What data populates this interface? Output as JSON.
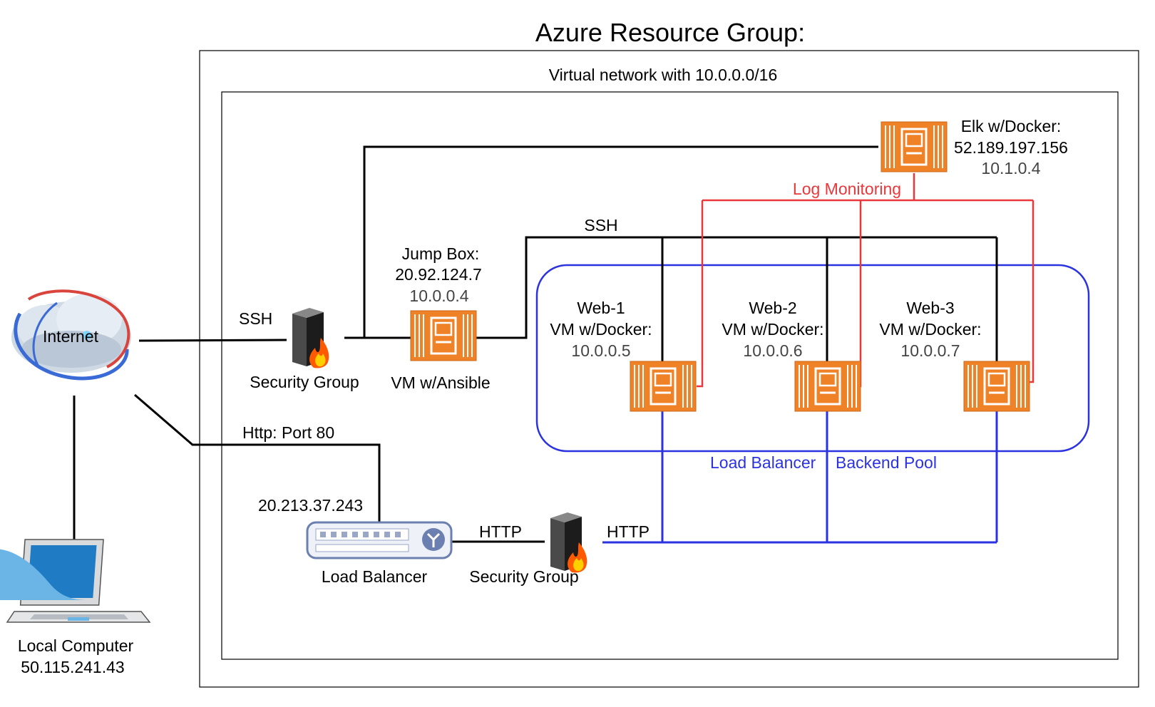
{
  "title": "Azure Resource Group:",
  "vnet_label": "Virtual network with 10.0.0.0/16",
  "colors": {
    "log": "#e8383b",
    "pool": "#2b32e0",
    "vm": "#f08229",
    "line": "#000000"
  },
  "internet": {
    "label": "Internet"
  },
  "local_computer": {
    "name": "Local Computer",
    "ip": "50.115.241.43"
  },
  "ssh_gateway": {
    "conn_label": "SSH",
    "name": "Security Group"
  },
  "jump_box": {
    "title": "Jump Box:",
    "public_ip": "20.92.124.7",
    "private_ip": "10.0.0.4",
    "name": "VM w/Ansible"
  },
  "ssh_bus_label": "SSH",
  "elk": {
    "title": "Elk w/Docker:",
    "public_ip": "52.189.197.156",
    "private_ip": "10.1.0.4"
  },
  "log_monitoring": "Log Monitoring",
  "web_vms": [
    {
      "name": "Web-1",
      "type": "VM w/Docker:",
      "ip": "10.0.0.5"
    },
    {
      "name": "Web-2",
      "type": "VM w/Docker:",
      "ip": "10.0.0.6"
    },
    {
      "name": "Web-3",
      "type": "VM w/Docker:",
      "ip": "10.0.0.7"
    }
  ],
  "pool_labels": {
    "left": "Load Balancer",
    "right": "Backend Pool"
  },
  "http_port": "Http: Port 80",
  "load_balancer": {
    "ip": "20.213.37.243",
    "name": "Load Balancer"
  },
  "http_gateway": {
    "http_left": "HTTP",
    "http_right": "HTTP",
    "name": "Security Group"
  }
}
